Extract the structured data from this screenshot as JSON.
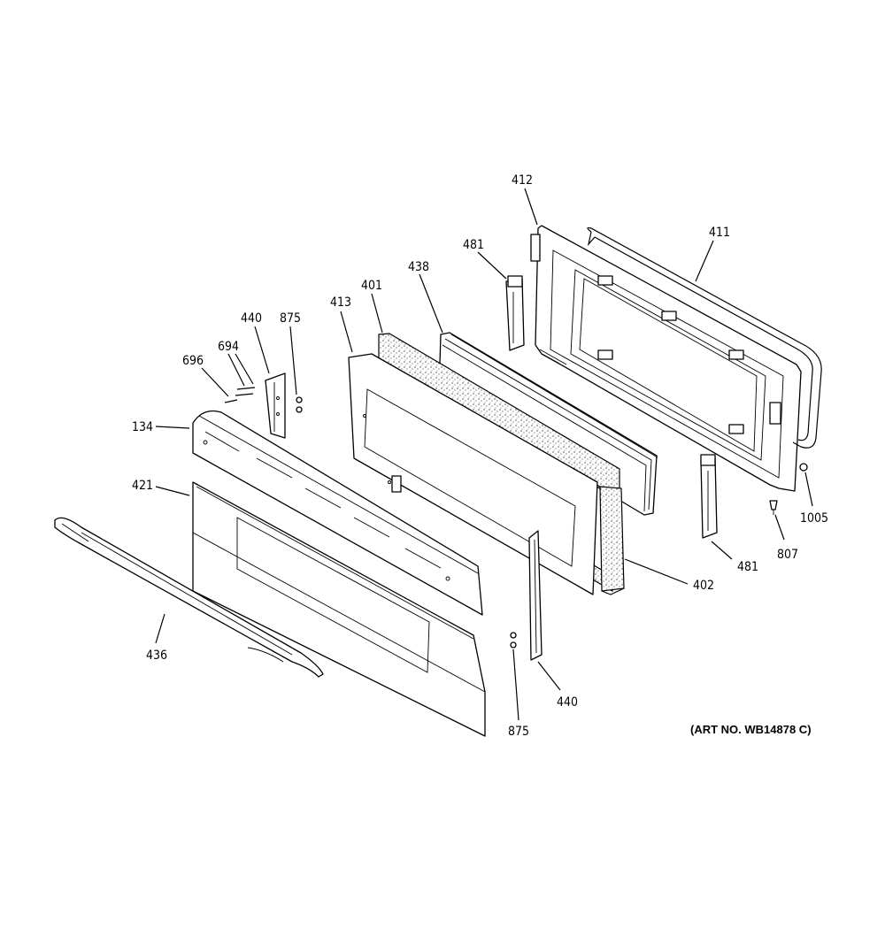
{
  "art_number": "(ART NO. WB14878 C)",
  "callouts": {
    "p412": "412",
    "p411": "411",
    "p481_top": "481",
    "p438": "438",
    "p401": "401",
    "p413": "413",
    "p440_left": "440",
    "p875_left": "875",
    "p694": "694",
    "p696": "696",
    "p134": "134",
    "p421": "421",
    "p436": "436",
    "p402": "402",
    "p481_bottom": "481",
    "p807": "807",
    "p1005": "1005",
    "p440_right": "440",
    "p875_right": "875"
  }
}
